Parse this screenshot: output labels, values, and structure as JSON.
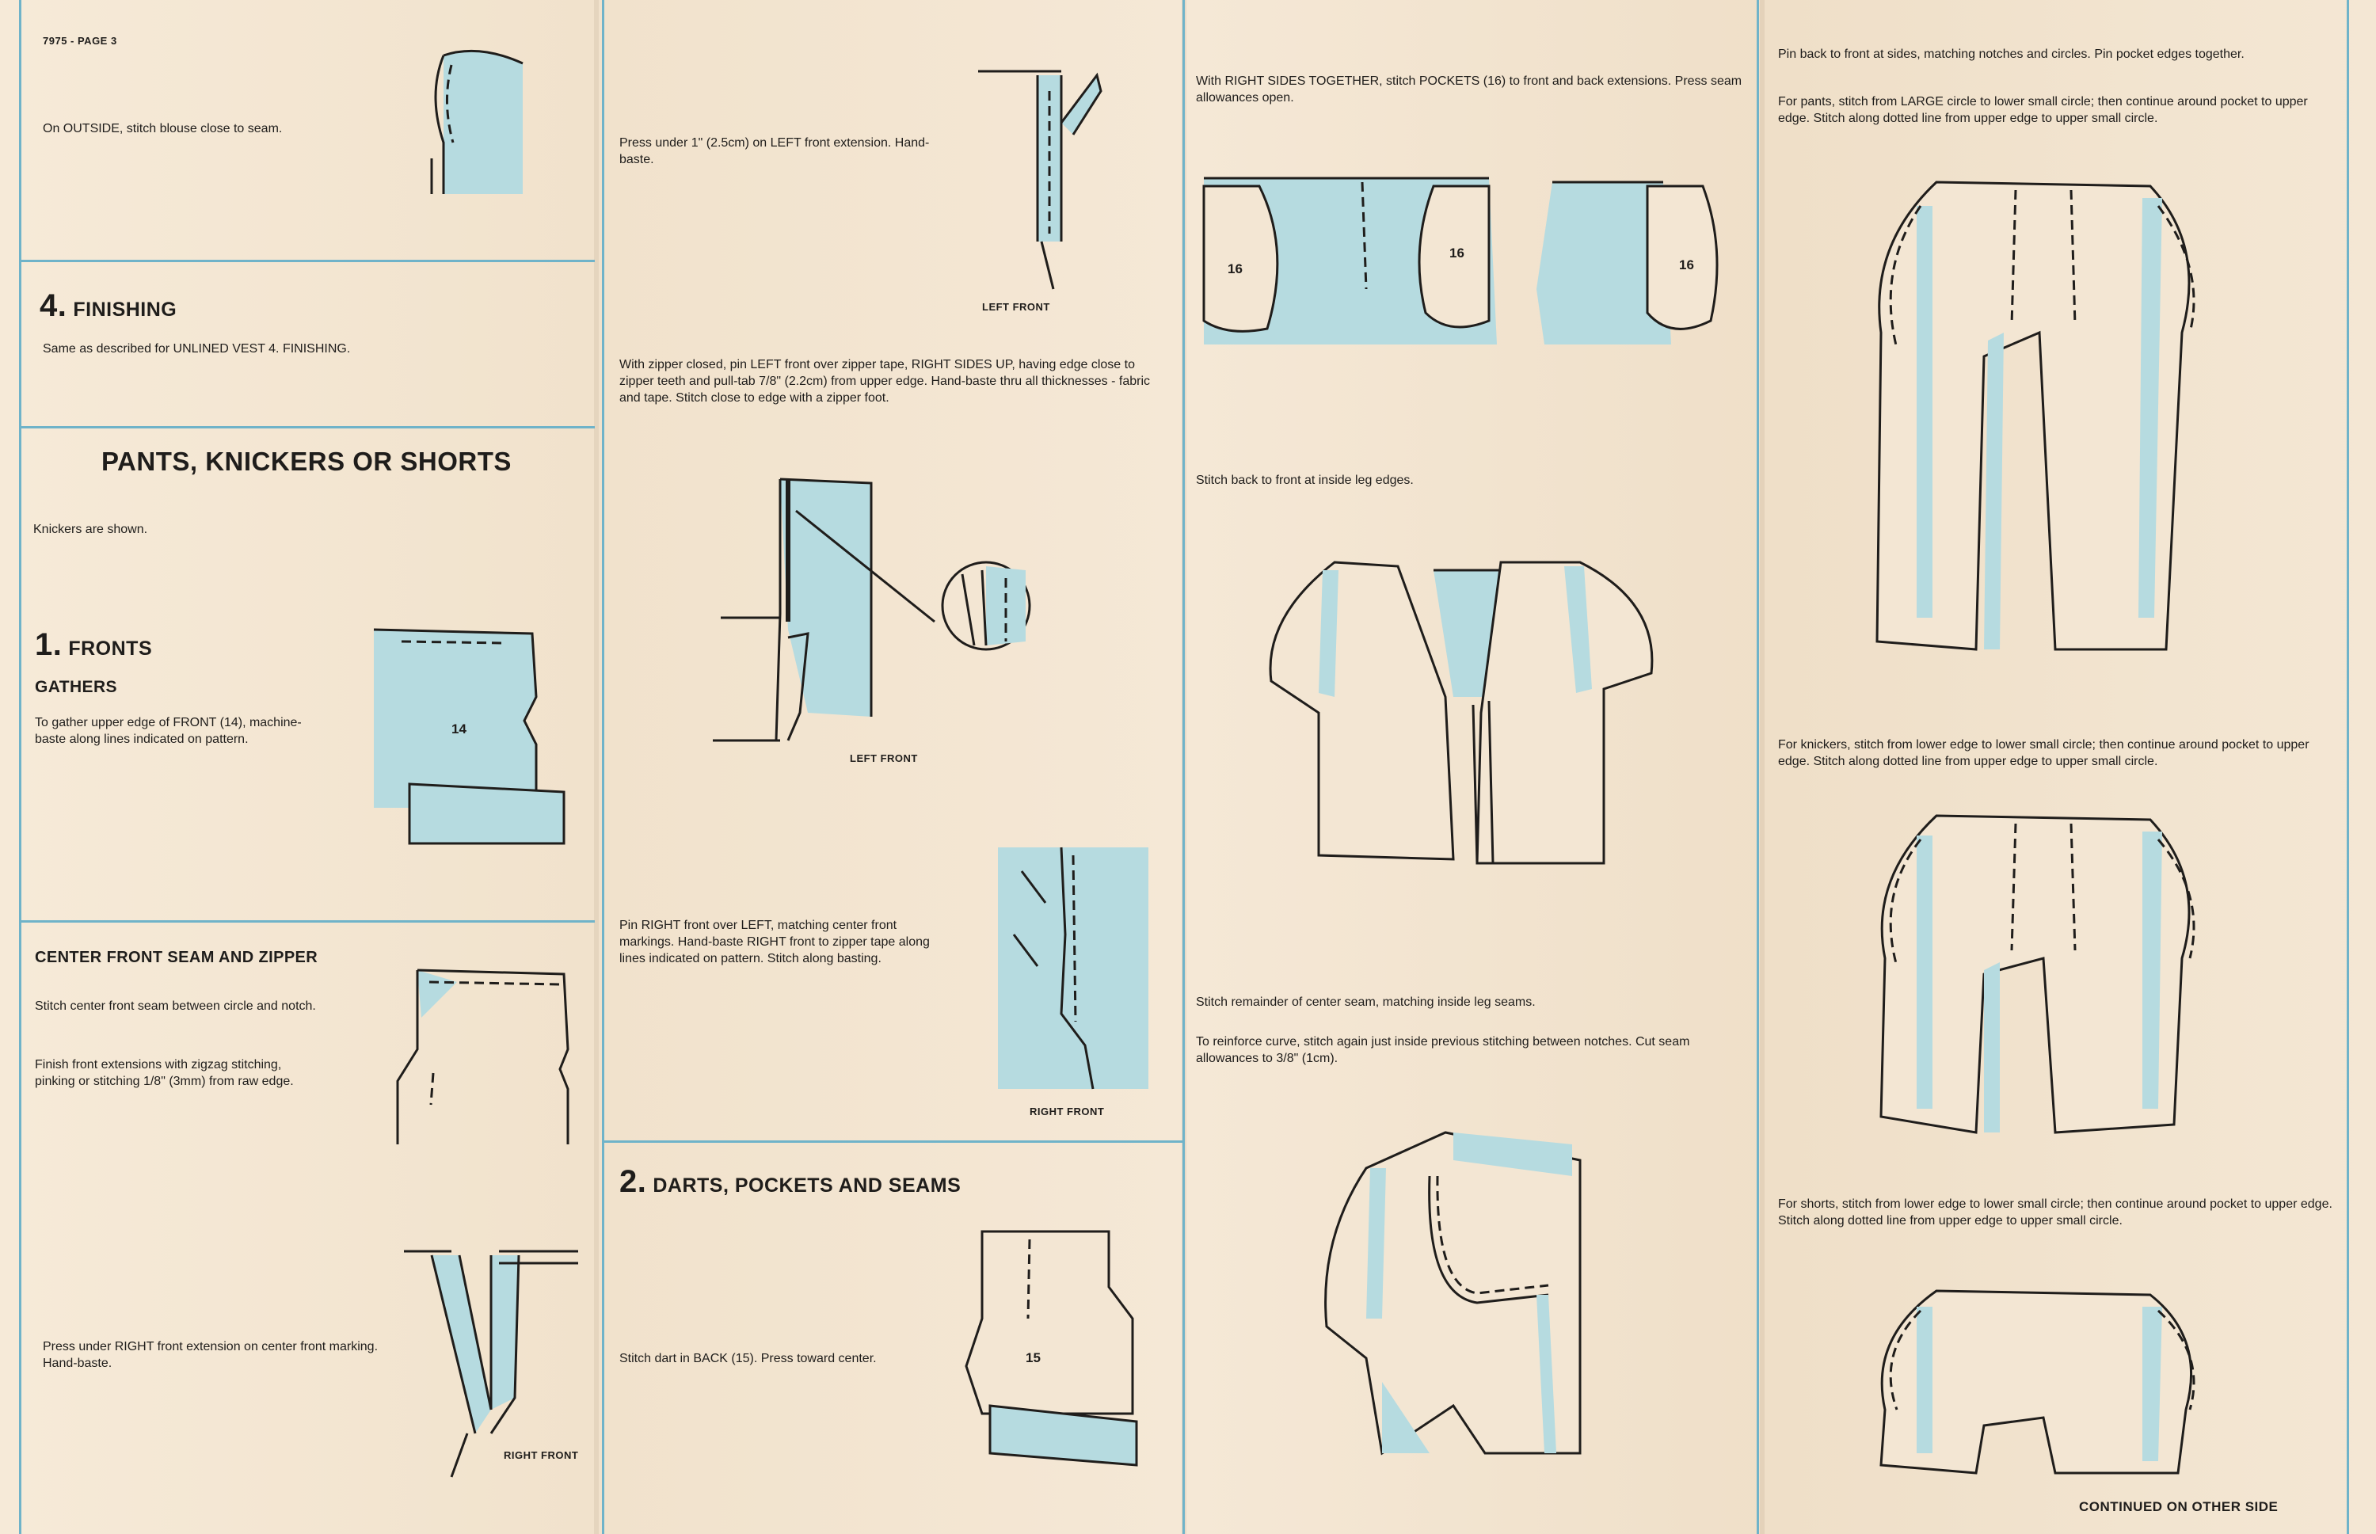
{
  "page": {
    "header": "7975 - PAGE 3",
    "footer": "CONTINUED ON OTHER SIDE"
  },
  "col1": {
    "outside_stitch": "On OUTSIDE, stitch blouse close to seam.",
    "finishing_num": "4.",
    "finishing_title": "FINISHING",
    "finishing_text": "Same as described for UNLINED VEST 4. FINISHING.",
    "pants_title": "PANTS, KNICKERS OR SHORTS",
    "knickers_shown": "Knickers are shown.",
    "fronts_num": "1.",
    "fronts_title": "FRONTS",
    "gathers_title": "GATHERS",
    "gathers_text": "To gather upper edge of FRONT (14), machine-baste along lines indicated on pattern.",
    "piece14": "14",
    "cfs_title": "CENTER FRONT SEAM AND ZIPPER",
    "cfs_text1": "Stitch center front seam between circle and notch.",
    "cfs_text2": "Finish front extensions with zigzag stitching, pinking or stitching 1/8\" (3mm) from raw edge.",
    "press_right": "Press under RIGHT front extension on center front marking. Hand-baste.",
    "right_front_label": "RIGHT FRONT"
  },
  "col2": {
    "press_left": "Press under 1\" (2.5cm) on LEFT front extension. Hand-baste.",
    "left_front_label_1": "LEFT FRONT",
    "zipper_text": "With zipper closed, pin LEFT front over zipper tape, RIGHT SIDES UP, having edge close to zipper teeth and pull-tab 7/8\" (2.2cm) from upper edge. Hand-baste thru all thicknesses - fabric and tape. Stitch close to edge with a zipper foot.",
    "left_front_label_2": "LEFT FRONT",
    "pin_right": "Pin RIGHT front over LEFT, matching center front markings. Hand-baste RIGHT front to zipper tape along lines indicated on pattern. Stitch along basting.",
    "right_front_label": "RIGHT FRONT",
    "darts_num": "2.",
    "darts_title": "DARTS, POCKETS AND SEAMS",
    "stitch_dart": "Stitch dart in BACK (15). Press toward center.",
    "piece15": "15"
  },
  "col3": {
    "pockets_text": "With RIGHT SIDES TOGETHER, stitch POCKETS (16) to front and back extensions. Press seam allowances open.",
    "piece16": "16",
    "inside_leg": "Stitch back to front at inside leg edges.",
    "remainder_seam": "Stitch remainder of center seam, matching inside leg seams.",
    "reinforce": "To reinforce curve, stitch again just inside previous stitching between notches. Cut seam allowances to 3/8\" (1cm)."
  },
  "col4": {
    "pin_back": "Pin back to front at sides, matching notches and circles. Pin pocket edges together.",
    "for_pants": "For pants, stitch from LARGE circle to lower small circle; then continue around pocket to upper edge. Stitch along dotted line from upper edge to upper small circle.",
    "for_knickers": "For knickers, stitch from lower edge to lower small circle; then continue around pocket to upper edge. Stitch along dotted line from upper edge to upper small circle.",
    "for_shorts": "For shorts, stitch from lower edge to lower small circle; then continue around pocket to upper edge. Stitch along dotted line from upper edge to upper small circle."
  },
  "colors": {
    "paper": "#f3e6d3",
    "rule": "#6fb3c9",
    "fabric": "#b6dbe0",
    "ink": "#1f1d1b"
  }
}
